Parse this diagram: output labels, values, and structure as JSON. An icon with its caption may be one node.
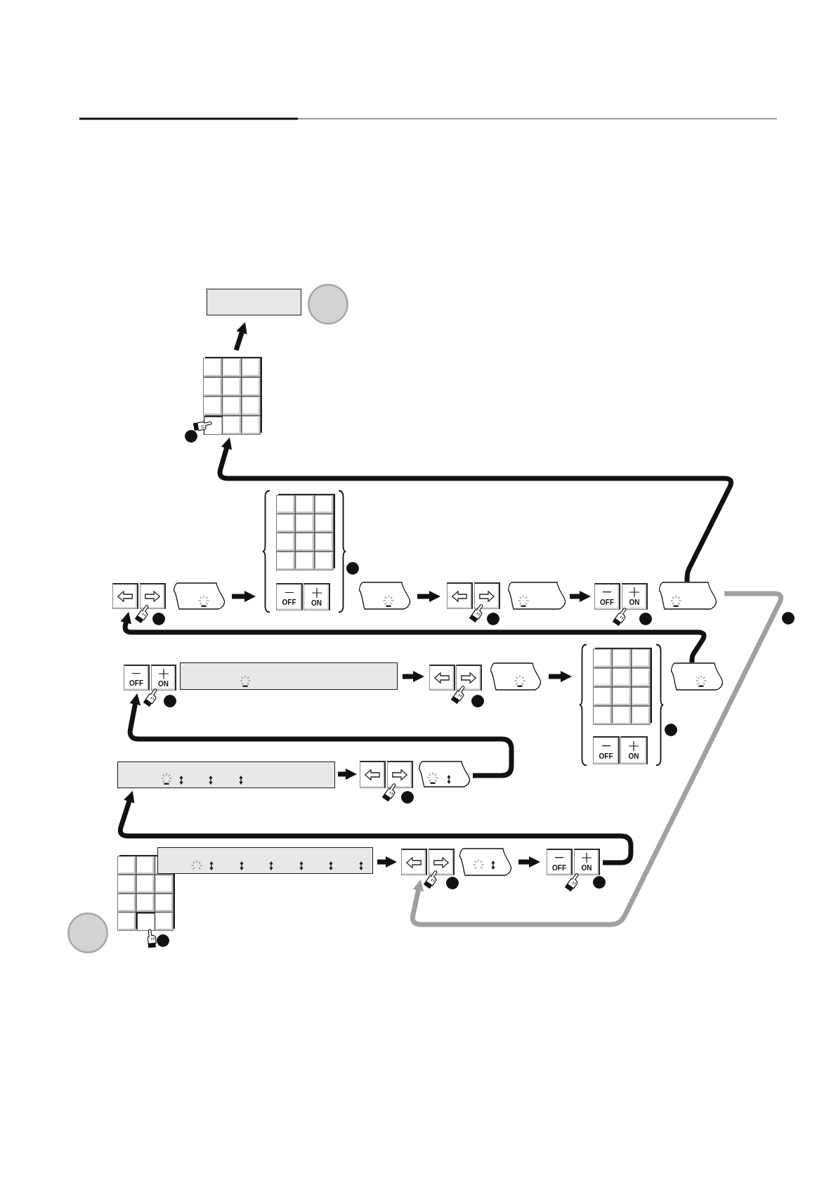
{
  "diagram": {
    "nodes": [
      {
        "text": [],
        "shape": "box"
      },
      {
        "text": [],
        "shape": "circle"
      },
      {
        "text": [],
        "shape": "picture"
      },
      {
        "text": [],
        "shape": "box"
      },
      {
        "text": [],
        "shape": "box"
      },
      {
        "text": [],
        "shape": "banner"
      },
      {
        "text": [],
        "shape": "bracket"
      },
      {
        "text": [],
        "shape": "picture",
        "in": 6
      },
      {
        "text": [
          "OFF"
        ],
        "in": 6
      },
      {
        "text": [
          "ON"
        ],
        "in": 6
      },
      {
        "text": [],
        "shape": "banner"
      },
      {
        "text": [],
        "shape": "box"
      },
      {
        "text": [],
        "shape": "box"
      },
      {
        "text": [],
        "shape": "banner"
      },
      {
        "text": [
          "OFF"
        ]
      },
      {
        "text": [
          "ON"
        ]
      },
      {
        "text": [],
        "shape": "banner"
      },
      {
        "text": [
          "OFF"
        ]
      },
      {
        "text": [
          "ON"
        ]
      },
      {
        "text": [],
        "shape": "box"
      },
      {
        "text": [],
        "shape": "box"
      },
      {
        "text": [],
        "shape": "box"
      },
      {
        "text": [],
        "shape": "banner"
      },
      {
        "text": [],
        "shape": "bracket"
      },
      {
        "text": [],
        "shape": "picture",
        "in": 23
      },
      {
        "text": [
          "OFF"
        ],
        "in": 23
      },
      {
        "text": [
          "ON"
        ],
        "in": 23
      },
      {
        "text": [],
        "shape": "banner"
      },
      {
        "text": [],
        "shape": "box"
      },
      {
        "text": [],
        "shape": "box"
      },
      {
        "text": [],
        "shape": "box"
      },
      {
        "text": [],
        "shape": "banner"
      },
      {
        "text": [],
        "shape": "picture"
      },
      {
        "text": [],
        "shape": "box"
      },
      {
        "text": [],
        "shape": "box"
      },
      {
        "text": [],
        "shape": "box"
      },
      {
        "text": [],
        "shape": "banner"
      },
      {
        "text": [
          "OFF"
        ]
      },
      {
        "text": [
          "ON"
        ]
      },
      {
        "text": [],
        "shape": "circle"
      }
    ],
    "edges": [
      {
        "from": 2,
        "to": 0,
        "arrow": "to"
      },
      {
        "from": 5,
        "to": 6,
        "arrow": "to"
      },
      {
        "from": 10,
        "to": 11,
        "arrow": "to"
      },
      {
        "from": 13,
        "to": 14,
        "arrow": "to"
      },
      {
        "from": 16,
        "to": 2,
        "arrow": "to"
      },
      {
        "from": 16,
        "to": 34,
        "arrow": "to",
        "color": "#a0a0a0"
      },
      {
        "from": 19,
        "to": 20,
        "arrow": "to"
      },
      {
        "from": 22,
        "to": 23,
        "arrow": "to"
      },
      {
        "from": 27,
        "to": 3,
        "arrow": "to"
      },
      {
        "from": 28,
        "to": 29,
        "arrow": "to"
      },
      {
        "from": 31,
        "to": 17,
        "arrow": "to"
      },
      {
        "from": 33,
        "to": 34,
        "arrow": "to"
      },
      {
        "from": 36,
        "to": 37,
        "arrow": "to"
      },
      {
        "from": 38,
        "to": 28,
        "arrow": "to"
      }
    ]
  }
}
